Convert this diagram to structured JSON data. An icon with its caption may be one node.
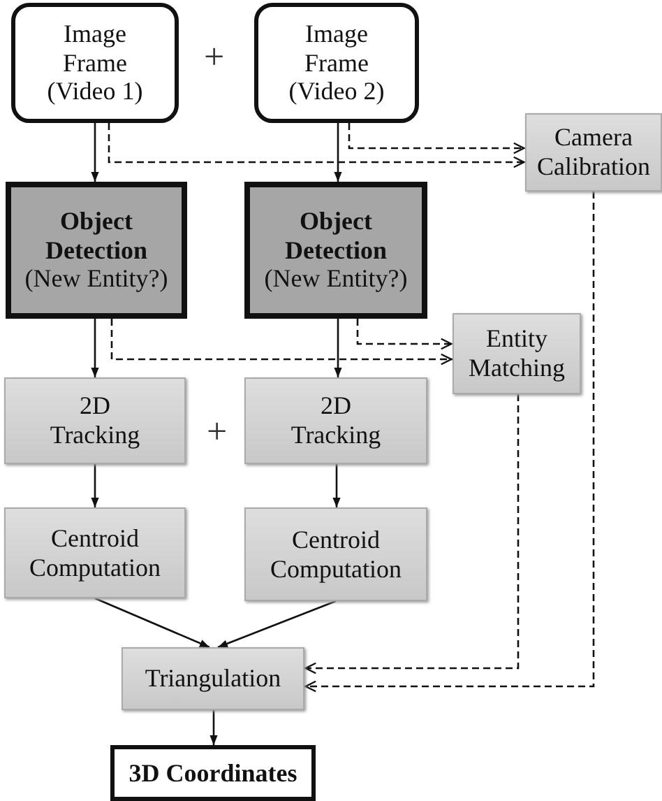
{
  "diagram": {
    "nodes": [
      {
        "text": [
          "Image Frame (Video 1)"
        ]
      },
      {
        "text": [
          "Image Frame (Video 2)"
        ]
      },
      {
        "text": [
          "Camera Calibration"
        ]
      },
      {
        "text": [
          "Object Detection",
          "(New Entity?)"
        ]
      },
      {
        "text": [
          "Object Detection",
          "(New Entity?)"
        ]
      },
      {
        "text": [
          "Entity Matching"
        ]
      },
      {
        "text": [
          "2D Tracking"
        ]
      },
      {
        "text": [
          "2D Tracking"
        ]
      },
      {
        "text": [
          "Centroid Computation"
        ]
      },
      {
        "text": [
          "Centroid Computation"
        ]
      },
      {
        "text": [
          "Triangulation"
        ]
      },
      {
        "text": [
          "3D Coordinates"
        ]
      }
    ],
    "edges": [
      {
        "from": 0,
        "to": 3,
        "arrow": "to"
      },
      {
        "from": 0,
        "to": 2,
        "arrow": "to",
        "style": "dashed"
      },
      {
        "from": 1,
        "to": 4,
        "arrow": "to"
      },
      {
        "from": 1,
        "to": 2,
        "arrow": "to",
        "style": "dashed"
      },
      {
        "from": 3,
        "to": 6,
        "arrow": "to"
      },
      {
        "from": 3,
        "to": 5,
        "arrow": "to",
        "style": "dashed"
      },
      {
        "from": 4,
        "to": 7,
        "arrow": "to"
      },
      {
        "from": 4,
        "to": 5,
        "arrow": "to",
        "style": "dashed"
      },
      {
        "from": 6,
        "to": 8,
        "arrow": "to"
      },
      {
        "from": 7,
        "to": 9,
        "arrow": "to"
      },
      {
        "from": 8,
        "to": 10,
        "arrow": "to"
      },
      {
        "from": 9,
        "to": 10,
        "arrow": "to"
      },
      {
        "from": 5,
        "to": 10,
        "arrow": "to",
        "style": "dashed"
      },
      {
        "from": 2,
        "to": 10,
        "arrow": "to",
        "style": "dashed"
      },
      {
        "from": 10,
        "to": 11,
        "arrow": "to"
      }
    ],
    "labels": [
      "+",
      "+"
    ]
  }
}
